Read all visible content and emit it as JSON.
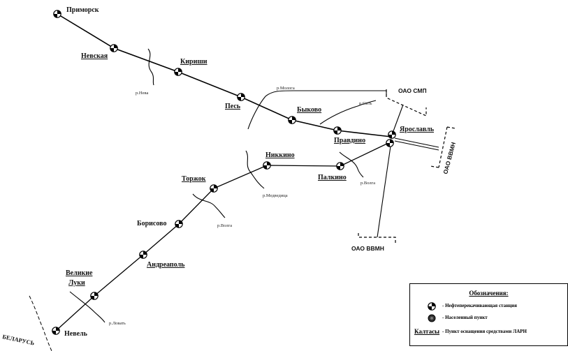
{
  "stations": [
    {
      "id": "primorsk",
      "label": "Приморск",
      "underline": false
    },
    {
      "id": "nevskaya",
      "label": "Невская",
      "underline": true
    },
    {
      "id": "kirishi",
      "label": "Кириши",
      "underline": true
    },
    {
      "id": "pes",
      "label": "Песь",
      "underline": true
    },
    {
      "id": "bykovo",
      "label": "Быково",
      "underline": true
    },
    {
      "id": "pravdino",
      "label": "Правдино",
      "underline": true
    },
    {
      "id": "yaroslavl",
      "label": "Ярославль",
      "underline": true
    },
    {
      "id": "palkino",
      "label": "Палкино",
      "underline": true
    },
    {
      "id": "nikolskoe",
      "label": "Никкино",
      "underline": true
    },
    {
      "id": "torzhok",
      "label": "Торжок",
      "underline": true
    },
    {
      "id": "borisovo",
      "label": "Борисово",
      "underline": false
    },
    {
      "id": "andreapol",
      "label": "Андреаполь",
      "underline": true
    },
    {
      "id": "velikie_luki_1",
      "label": "Великие",
      "underline": true
    },
    {
      "id": "velikie_luki_2",
      "label": "Луки",
      "underline": true
    },
    {
      "id": "nevel",
      "label": "Невель",
      "underline": false
    }
  ],
  "rivers": [
    {
      "id": "neva",
      "label": "р.Нева"
    },
    {
      "id": "mologa",
      "label": "р.Молога"
    },
    {
      "id": "sit",
      "label": "р.Сить"
    },
    {
      "id": "volga_east",
      "label": "р.Волга"
    },
    {
      "id": "medveditsa",
      "label": "р.Медведица"
    },
    {
      "id": "volga_west",
      "label": "р.Волга"
    },
    {
      "id": "lovat",
      "label": "р.Ловать"
    }
  ],
  "orgs": {
    "smp": "ОАО СМП",
    "vvmn_east": "ОАО ВВМН",
    "vvmn_south": "ОАО ВВМН"
  },
  "country": "БЕЛАРУСЬ",
  "legend": {
    "title": "Обозначения:",
    "pump_station": "- Нефтеперекачивающая станция",
    "settlement": "- Населенный пункт",
    "underlined_sample": "Калтасы",
    "underlined_desc": " - Пункт оснащения средствами ЛАРН"
  },
  "icons": {
    "pump_station": "pump-station-icon",
    "settlement": "settlement-icon"
  },
  "colors": {
    "ink": "#111111",
    "background": "#ffffff"
  }
}
